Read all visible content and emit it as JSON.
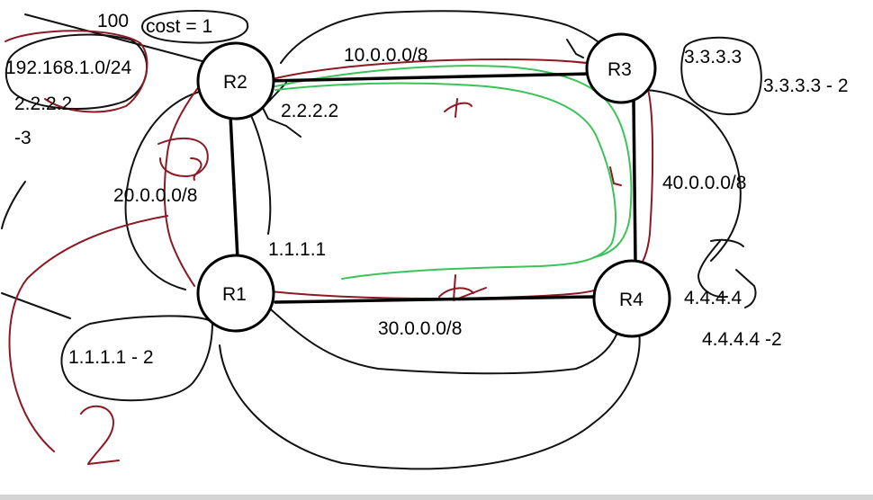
{
  "diagram": {
    "routers": [
      {
        "id": "r2",
        "label": "R2"
      },
      {
        "id": "r3",
        "label": "R3"
      },
      {
        "id": "r1",
        "label": "R1"
      },
      {
        "id": "r4",
        "label": "R4"
      }
    ],
    "networks": {
      "top": "10.0.0.0/8",
      "left": "20.0.0.0/8",
      "bottom": "30.0.0.0/8",
      "right": "40.0.0.0/8"
    },
    "annotations": {
      "hundred": "100",
      "cost": "cost = 1",
      "lan": "192.168.1.0/24",
      "r2_id_left": "2.2.2.2",
      "r2_cost": "-3",
      "r2_id_inner": "2.2.2.2",
      "r3_id": "3.3.3.3",
      "r3_cost": "3.3.3.3 - 2",
      "r1_id": "1.1.1.1",
      "r1_cost": "1.1.1.1 - 2",
      "r4_id": "4.4.4.4",
      "r4_cost": "4.4.4.4 -2"
    },
    "colors": {
      "ink_black": "#111111",
      "ink_red": "#8b1a24",
      "ink_green": "#3cc25a"
    }
  }
}
